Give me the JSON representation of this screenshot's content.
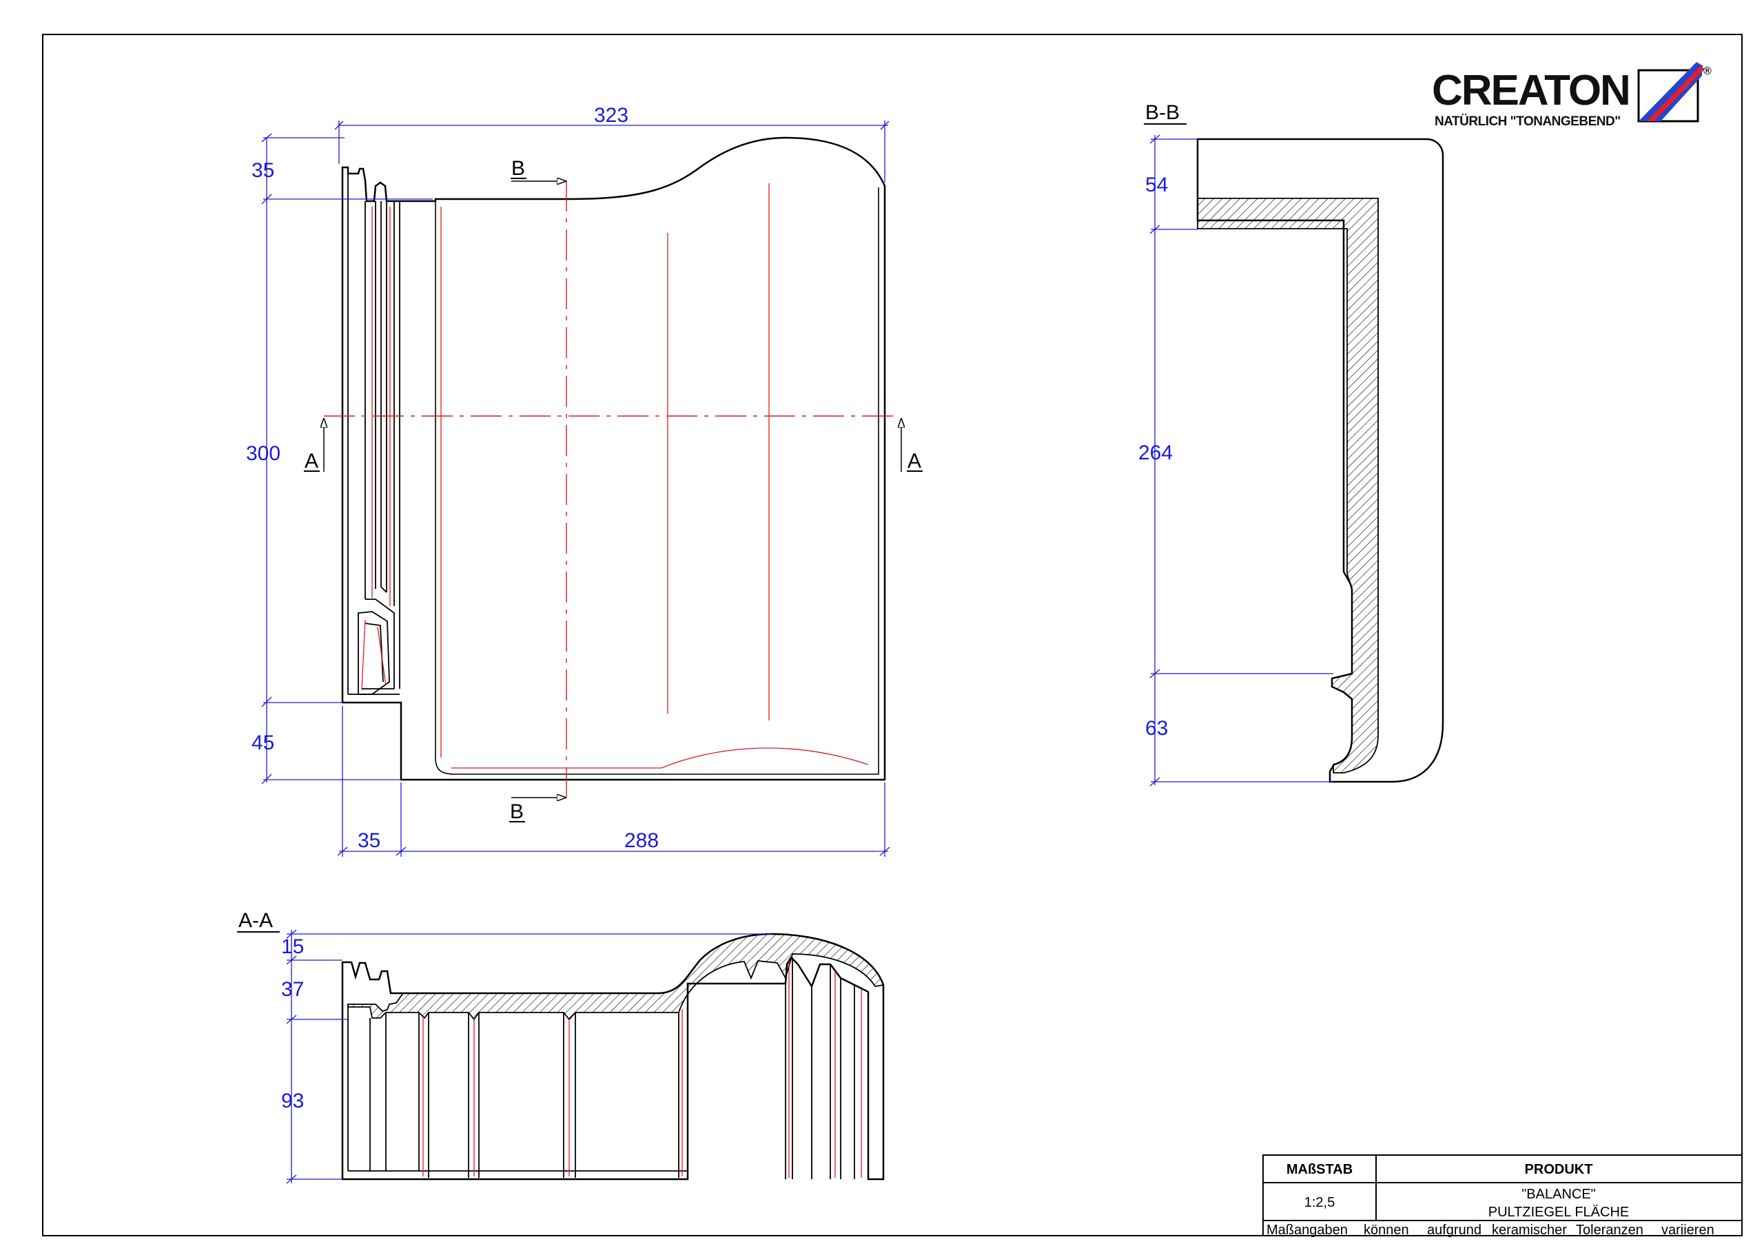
{
  "logo": {
    "brand": "CREATON",
    "tagline": "NATÜRLICH \"TONANGEBEND\"",
    "registered_mark": "®",
    "colors": {
      "red": "#e4202c",
      "blue": "#2a44c8"
    }
  },
  "sections": {
    "plan_cut_a": "A",
    "plan_cut_b": "B",
    "section_aa_title": "A-A",
    "section_bb_title": "B-B"
  },
  "dimensions": {
    "plan": {
      "overall_width": "323",
      "top_lug": "35",
      "height": "300",
      "bottom_step": "45",
      "left_step": "35",
      "main_width": "288"
    },
    "section_bb": {
      "top": "54",
      "middle": "264",
      "bottom": "63"
    },
    "section_aa": {
      "top": "15",
      "middle": "37",
      "lower": "93"
    }
  },
  "title_block": {
    "scale_label": "MAßSTAB",
    "product_label": "PRODUKT",
    "scale_value": "1:2,5",
    "product_name": "\"BALANCE\"",
    "product_type": "PULTZIEGEL FLÄCHE",
    "note": [
      "Maßangaben",
      "können",
      "aufgrund",
      "keramischer",
      "Toleranzen",
      "variieren"
    ]
  },
  "colors": {
    "dimension": "#1a1adc",
    "centerline": "#e21b1b",
    "outline": "#000000"
  }
}
